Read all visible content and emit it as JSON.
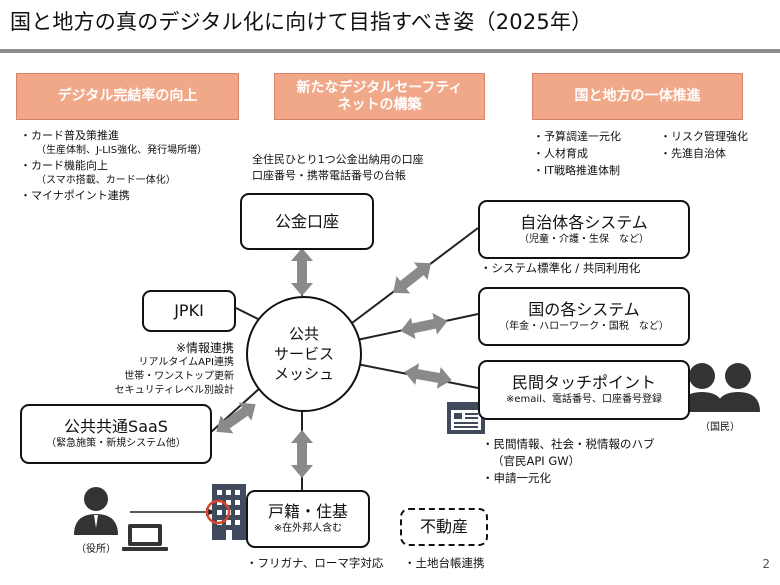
{
  "title": "国と地方の真のデジタル化に向けて目指すべき姿（2025年）",
  "banners": {
    "left": "デジタル完結率の向上",
    "center_line1": "新たなデジタルセーフティ",
    "center_line2": "ネットの構築",
    "right": "国と地方の一体推進"
  },
  "left_notes": {
    "item1": "・カード普及策推進",
    "item1_sub": "（生産体制、J-LIS強化、発行場所増）",
    "item2": "・カード機能向上",
    "item2_sub": "（スマホ搭載、カード一体化）",
    "item3": "・マイナポイント連携"
  },
  "right_notes": {
    "c1": [
      "・予算調達一元化",
      "・人材育成",
      "・IT戦略推進体制"
    ],
    "c2": [
      "・リスク管理強化",
      "・先進自治体"
    ]
  },
  "center_notes": {
    "line1": "全住民ひとり1つ公金出納用の口座",
    "line2": "口座番号・携帯電話番号の台帳"
  },
  "hub": {
    "line1": "公共",
    "line2": "サービス",
    "line3": "メッシュ"
  },
  "nodes": {
    "koukin": {
      "label": "公金口座"
    },
    "jpki": {
      "label": "JPKI"
    },
    "saas": {
      "label": "公共共通SaaS",
      "sub": "（緊急施策・新規システム他）"
    },
    "koseki": {
      "label": "戸籍・住基",
      "sub": "※在外邦人含む"
    },
    "fudosan": {
      "label": "不動産"
    },
    "jichitai": {
      "label": "自治体各システム",
      "sub": "（児童・介護・生保　など）"
    },
    "kuni": {
      "label": "国の各システム",
      "sub": "（年金・ハローワーク・国税　など）"
    },
    "minkan": {
      "label": "民間タッチポイント",
      "sub": "※email、電話番号、口座番号登録"
    }
  },
  "info_link": {
    "line1": "※情報連携",
    "line2": "リアルタイムAPI連携",
    "line3": "世帯・ワンストップ更新",
    "line4": "セキュリティレベル別設計"
  },
  "jichitai_note": "・システム標準化 / 共同利用化",
  "minkan_notes": {
    "line1": "・民間情報、社会・税情報のハブ",
    "line2": "（官民API GW）",
    "line3": "・申請一元化"
  },
  "koseki_note": "・フリガナ、ローマ字対応",
  "fudosan_note": "・土地台帳連携",
  "people": {
    "citizens": "（国民）",
    "office": "（役所）"
  },
  "page_number": "2",
  "colors": {
    "banner_fill": "#f0a889",
    "arrow": "#8a8a8a",
    "accent_red": "#d9462b",
    "building": "#404a5c"
  },
  "icons": [
    "person-pair-icon",
    "person-icon",
    "laptop-icon",
    "building-icon",
    "app-window-icon"
  ]
}
